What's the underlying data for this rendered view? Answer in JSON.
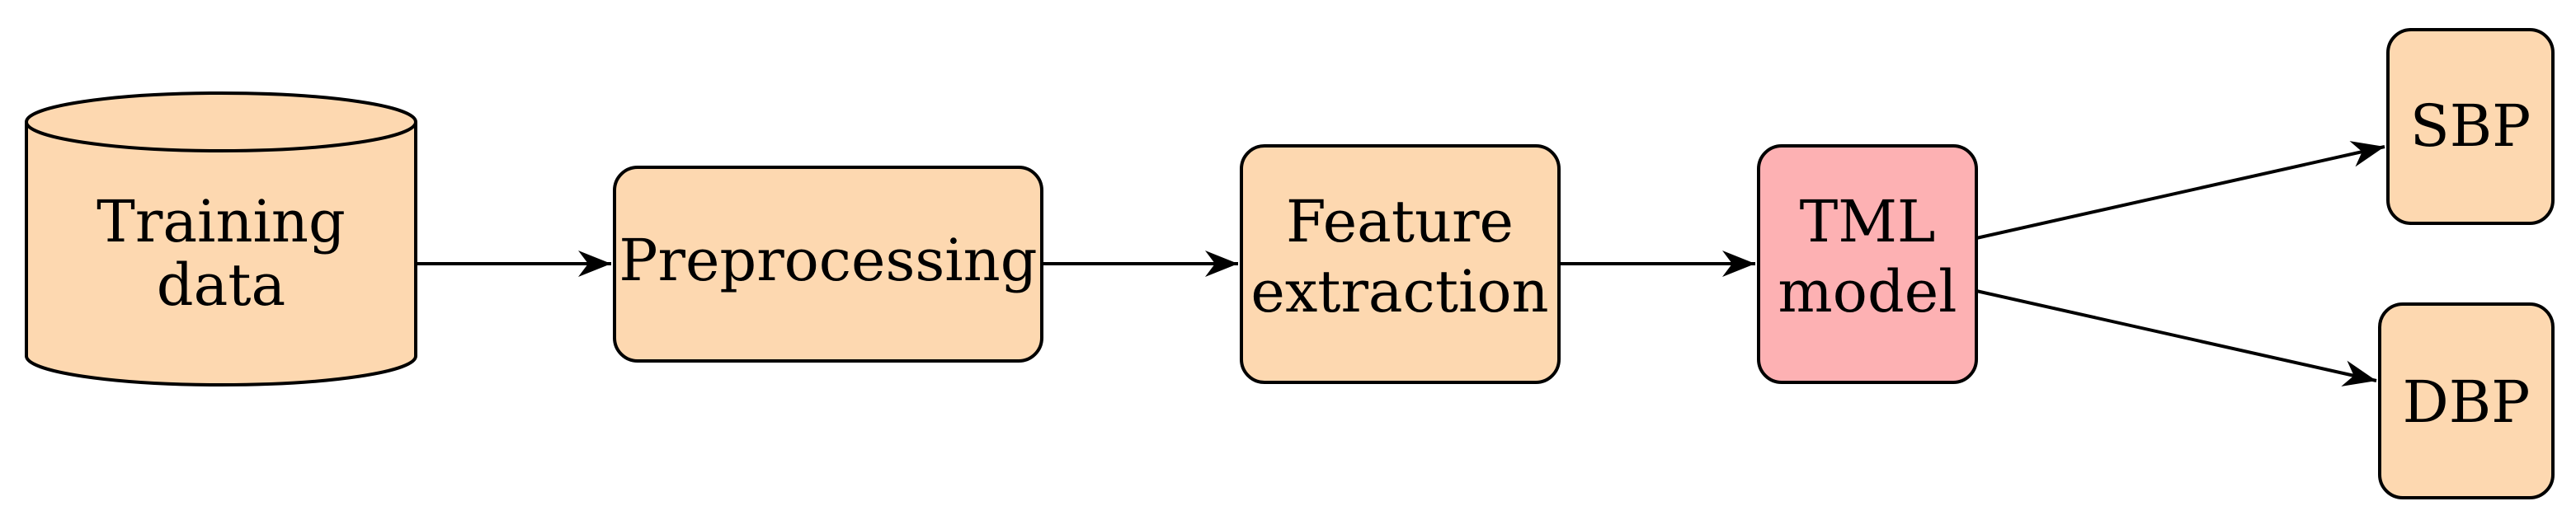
{
  "diagram": {
    "colors": {
      "node_fill": "#FDD8B0",
      "model_fill": "#FDB1B3",
      "stroke": "#000000",
      "edge": "#000000"
    },
    "nodes": {
      "training_data": {
        "line1": "Training",
        "line2": "data",
        "shape": "cylinder"
      },
      "preprocessing": {
        "label": "Preprocessing",
        "shape": "rounded-rectangle"
      },
      "feature_extraction": {
        "line1": "Feature",
        "line2": "extraction",
        "shape": "rounded-rectangle"
      },
      "tml_model": {
        "line1": "TML",
        "line2": "model",
        "shape": "rounded-rectangle"
      },
      "sbp": {
        "label": "SBP",
        "shape": "rounded-rectangle"
      },
      "dbp": {
        "label": "DBP",
        "shape": "rounded-rectangle"
      }
    },
    "edges": [
      {
        "from": "training_data",
        "to": "preprocessing"
      },
      {
        "from": "preprocessing",
        "to": "feature_extraction"
      },
      {
        "from": "feature_extraction",
        "to": "tml_model"
      },
      {
        "from": "tml_model",
        "to": "sbp"
      },
      {
        "from": "tml_model",
        "to": "dbp"
      }
    ]
  }
}
